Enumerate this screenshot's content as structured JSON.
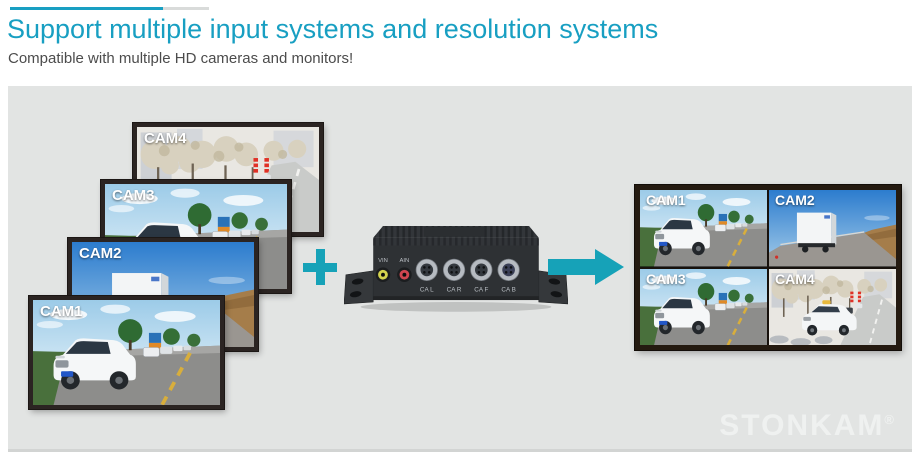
{
  "header": {
    "title": "Support multiple input systems and resolution systems",
    "subtitle": "Compatible with multiple HD cameras and monitors!"
  },
  "stack_monitors": [
    {
      "label": "CAM4"
    },
    {
      "label": "CAM3"
    },
    {
      "label": "CAM2"
    },
    {
      "label": "CAM1"
    }
  ],
  "device": {
    "rca_jacks": [
      {
        "label": "VIN"
      },
      {
        "label": "AIN"
      }
    ],
    "connectors": [
      {
        "label": "CA L"
      },
      {
        "label": "CA R"
      },
      {
        "label": "CA F"
      },
      {
        "label": "CA B"
      }
    ]
  },
  "quad_monitor": {
    "cells": [
      {
        "label": "CAM1"
      },
      {
        "label": "CAM2"
      },
      {
        "label": "CAM3"
      },
      {
        "label": "CAM4"
      }
    ]
  },
  "watermark": {
    "text": "STONKAM",
    "reg": "®"
  },
  "icons": {
    "plus": "plus-icon",
    "arrow": "arrow-right-icon"
  },
  "colors": {
    "accent": "#189fc2",
    "plus_arrow": "#16a2b8",
    "panel_bg": "#e2e4e3"
  }
}
